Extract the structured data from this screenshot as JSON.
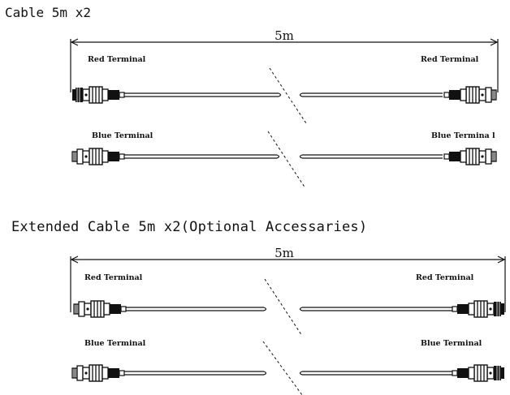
{
  "section_standard": {
    "title": "Cable 5m x2",
    "dimension_label": "5m",
    "red_left_label": "Red Terminal",
    "red_right_label": "Red Terminal",
    "blue_left_label": "Blue Terminal",
    "blue_right_label": "Blue Termina l"
  },
  "section_extended": {
    "title": "Extended Cable 5m x2(Optional  Accessaries)",
    "dimension_label": "5m",
    "red_left_label": "Red Terminal",
    "red_right_label": "Red Terminal",
    "blue_left_label": "Blue Terminal",
    "blue_right_label": "Blue Terminal"
  }
}
